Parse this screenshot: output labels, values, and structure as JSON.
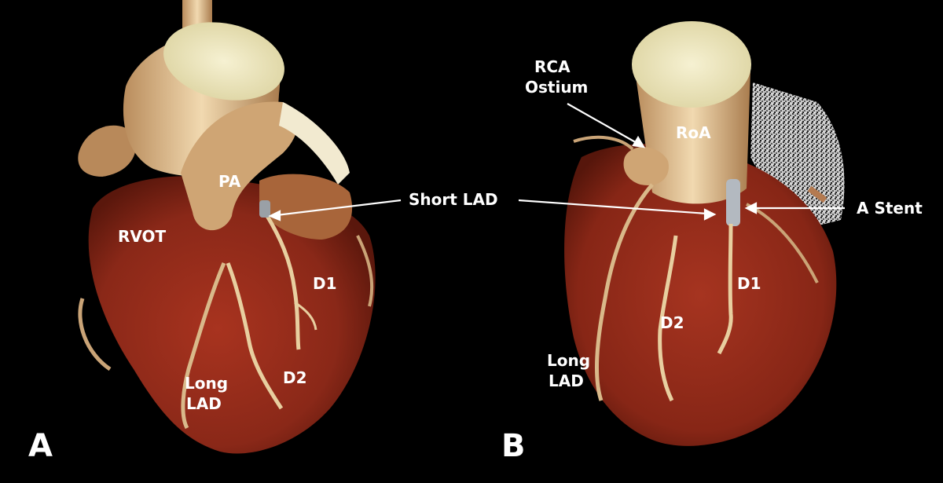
{
  "panels": {
    "a": {
      "letter": "A",
      "labels": {
        "pa": "PA",
        "rvot": "RVOT",
        "d1": "D1",
        "d2": "D2",
        "long_lad_1": "Long",
        "long_lad_2": "LAD"
      }
    },
    "b": {
      "letter": "B",
      "labels": {
        "rca_1": "RCA",
        "rca_2": "Ostium",
        "roa": "RoA",
        "d1": "D1",
        "d2": "D2",
        "long_lad_1": "Long",
        "long_lad_2": "LAD",
        "stent": "A Stent"
      }
    }
  },
  "shared_labels": {
    "short_lad": "Short LAD"
  },
  "colors": {
    "background": "#000000",
    "myocardium": "#8e2a1c",
    "vessel": "#e6c79a",
    "label": "#ffffff"
  }
}
